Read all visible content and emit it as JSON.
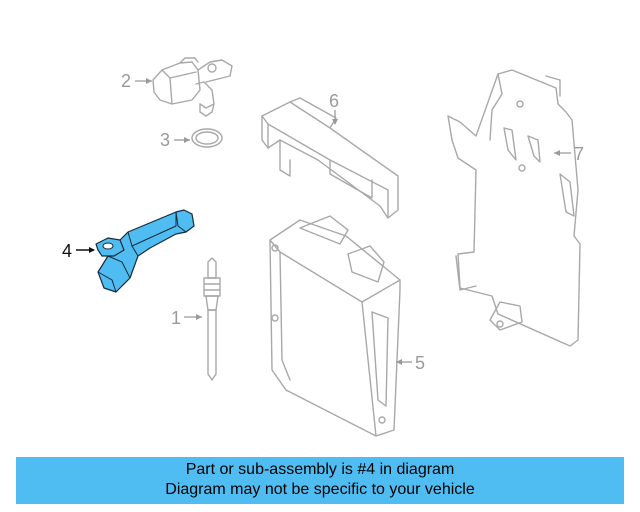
{
  "callouts": {
    "c1": "1",
    "c2": "2",
    "c3": "3",
    "c4": "4",
    "c5": "5",
    "c6": "6",
    "c7": "7"
  },
  "highlight_color": "#4fbdf2",
  "banner": {
    "line1": "Part or sub-assembly is #4 in diagram",
    "line2": "Diagram may not be specific to your vehicle"
  }
}
